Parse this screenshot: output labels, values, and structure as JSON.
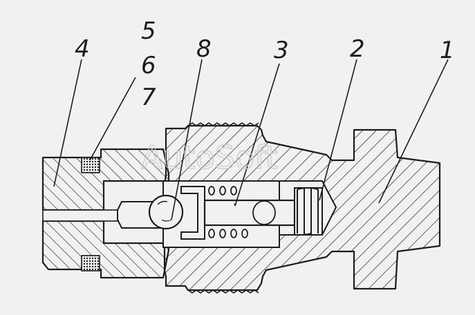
{
  "callouts": {
    "c1": "1",
    "c2": "2",
    "c3": "3",
    "c4": "4",
    "c5": "5",
    "c6": "6",
    "c7": "7",
    "c8": "8"
  },
  "watermark": "AutoSoft",
  "colors": {
    "background": "#f1f1f0",
    "line": "#1c1c1c",
    "watermark": "#c8c8c8"
  }
}
